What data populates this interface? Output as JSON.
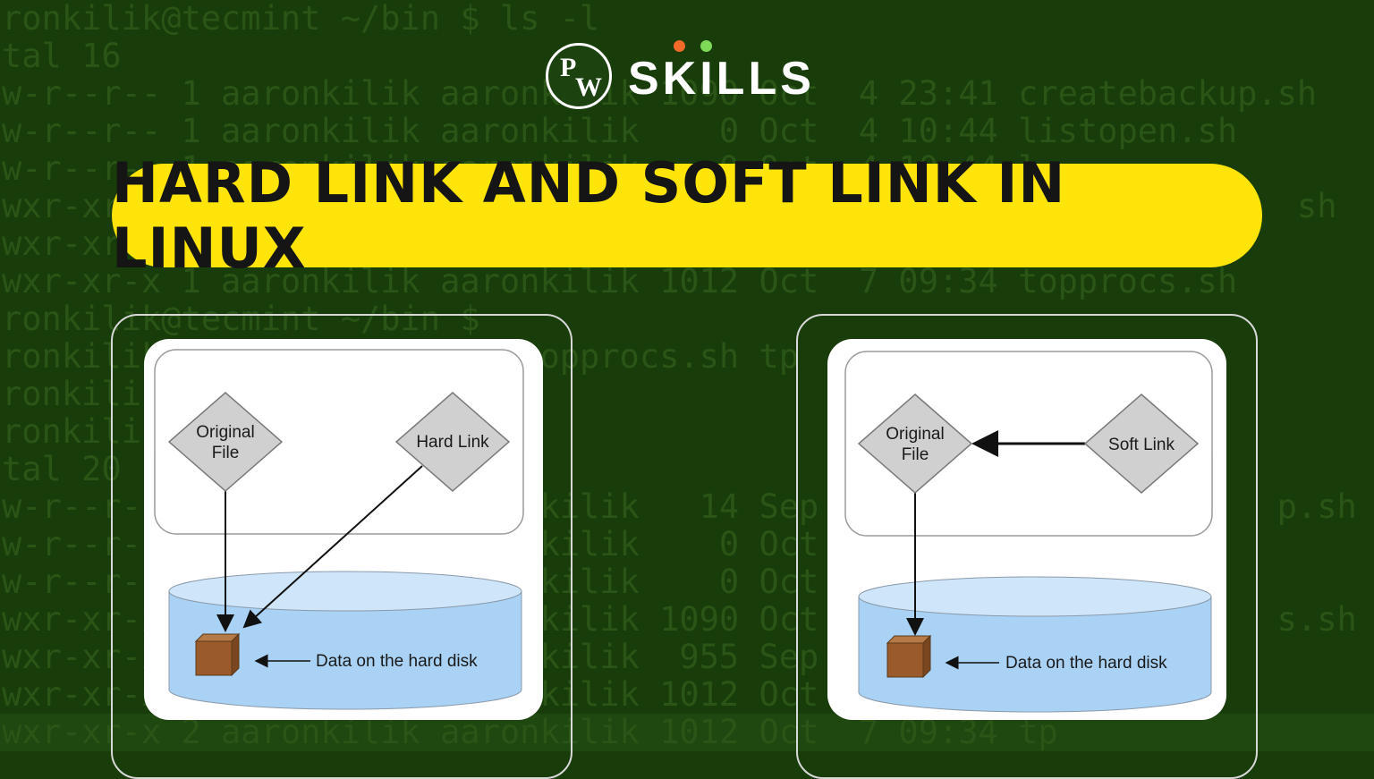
{
  "terminal_lines": [
    "ronkilik@tecmint ~/bin $ ls -l",
    "tal 16",
    "w-r--r-- 1 aaronkilik aaronkilik 1090 Oct  4 23:41 createbackup.sh",
    "w-r--r-- 1 aaronkilik aaronkilik    0 Oct  4 10:44 listopen.sh",
    "w-r--r-- 1 aaronkilik aaronkilik    0 Oct  4 10:44 l",
    "wxr-xr-x 1 aaronkilik aaronkilik  955 Sep                        sh",
    "wxr-xr-x 1 aaronkilik aaronkilik",
    "wxr-xr-x 1 aaronkilik aaronkilik 1012 Oct  7 09:34 topprocs.sh",
    "ronkilik@tecmint ~/bin $",
    "ronkilik                  topprocs.sh tp",
    "ronkilik",
    "ronkilik                  l",
    "tal 20",
    "w-r--r-- 1 aaronkilik aaronkilik   14 Sep                       p.sh",
    "w-r--r-- 1 aaronkilik aaronkilik    0 Oct",
    "w-r--r-- 1 aaronkilik aaronkilik    0 Oct",
    "wxr-xr-x 1 aaronkilik aaronkilik 1090 Oct                       s.sh",
    "wxr-xr-x 1 aaronkilik aaronkilik  955 Sep",
    "wxr-xr-x 1 aaronkilik aaronkilik 1012 Oct",
    "wxr-xr-x 2 aaronkilik aaronkilik 1012 Oct  7 09:34 tp"
  ],
  "logo": {
    "mark_top": "P",
    "mark_bottom": "W",
    "text": "SKILLS"
  },
  "title": "HARD LINK AND SOFT LINK IN LINUX",
  "hard_link_diagram": {
    "original_file_line1": "Original",
    "original_file_line2": "File",
    "hard_link_label": "Hard Link",
    "data_label": "Data on the hard disk"
  },
  "soft_link_diagram": {
    "original_file_line1": "Original",
    "original_file_line2": "File",
    "soft_link_label": "Soft Link",
    "data_label": "Data on the hard disk"
  },
  "colors": {
    "background": "#183d0a",
    "terminal_text": "#2a5517",
    "title_pill": "#ffe40a",
    "diamond_fill": "#d0d0d0",
    "disk_fill": "#a9d2f5",
    "box_fill": "#9a5a2b"
  }
}
